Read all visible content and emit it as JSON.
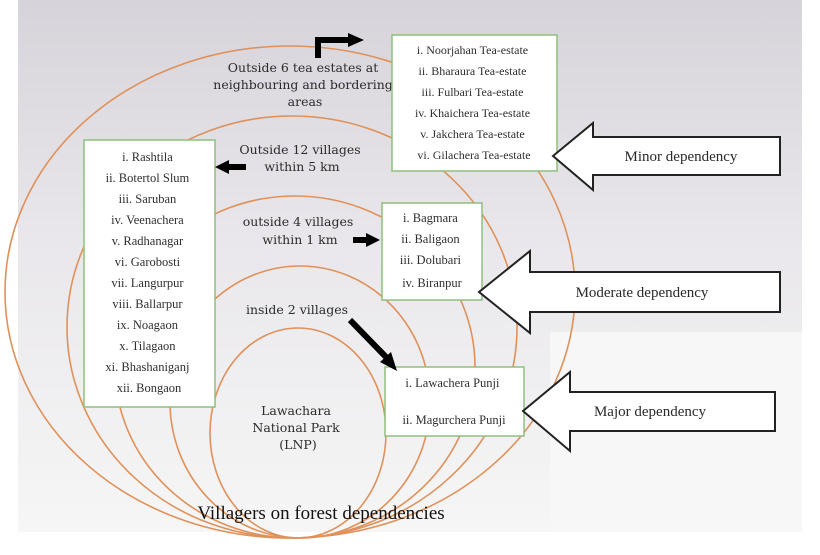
{
  "diagram": {
    "caption": "Villagers on forest dependencies",
    "center": [
      "Lawachara",
      "National Park",
      "(LNP)"
    ],
    "ring_labels": {
      "tea": [
        "Outside 6 tea estates at",
        "neighbouring and bordering",
        "areas"
      ],
      "v12": [
        "Outside 12 villages",
        "within 5 km"
      ],
      "v4": [
        "outside 4 villages",
        "within 1 km"
      ],
      "v2": [
        "inside 2 villages"
      ]
    },
    "tea_estates": [
      "i. Noorjahan Tea-estate",
      "ii. Bharaura Tea-estate",
      "iii. Fulbari Tea-estate",
      "iv. Khaichera Tea-estate",
      "v. Jakchera Tea-estate",
      "vi. Gilachera Tea-estate"
    ],
    "villages_12": [
      "i. Rashtila",
      "ii. Botertol Slum",
      "iii. Saruban",
      "iv. Veenachera",
      "v. Radhanagar",
      "vi. Garobosti",
      "vii. Langurpur",
      "viii. Ballarpur",
      "ix. Noagaon",
      "x. Tilagaon",
      "xi. Bhashaniganj",
      "xii. Bongaon"
    ],
    "villages_4": [
      "i. Bagmara",
      "ii. Baligaon",
      "iii. Dolubari",
      "iv. Biranpur"
    ],
    "villages_2": [
      "i. Lawachera Punji",
      "ii. Magurchera Punji"
    ],
    "dependencies": {
      "minor": "Minor dependency",
      "moderate": "Moderate dependency",
      "major": "Major dependency"
    },
    "colors": {
      "ring": "#e0915a",
      "box_border": "#8dc07c",
      "arrow": "#000000",
      "background_top": "#d8d5dc",
      "background_bottom": "#f4f4f4"
    }
  }
}
